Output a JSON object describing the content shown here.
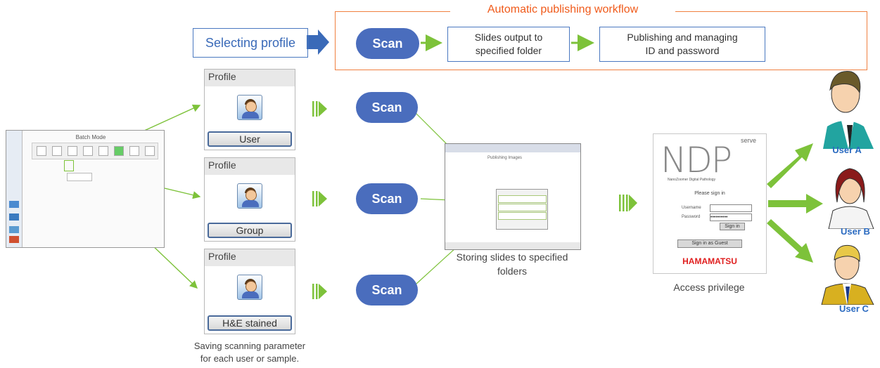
{
  "workflow": {
    "title": "Automatic publishing workflow",
    "select_profile": "Selecting profile",
    "scan": "Scan",
    "step1": [
      "Slides output to",
      "specified folder"
    ],
    "step2": [
      "Publishing and managing",
      "ID and password"
    ]
  },
  "batch_mode": {
    "title": "Batch Mode"
  },
  "profiles": [
    {
      "header": "Profile",
      "button": "User"
    },
    {
      "header": "Profile",
      "button": "Group"
    },
    {
      "header": "Profile",
      "button": "H&E stained"
    }
  ],
  "profiles_caption": [
    "Saving scanning parameter",
    "for each user or sample."
  ],
  "scan_label": "Scan",
  "storing": {
    "title": "Publishing Images",
    "caption": [
      "Storing slides to specified",
      "folders"
    ]
  },
  "signin": {
    "logo": "NDP",
    "logo_sup": "serve",
    "subtitle": "NanoZoomer Digital Pathology",
    "please": "Please sign in",
    "username_label": "Username",
    "password_label": "Password",
    "password_value": "••••••••••",
    "sign_in": "Sign in",
    "guest": "Sign in as Guest",
    "brand": "HAMAMATSU"
  },
  "access_caption": "Access privilege",
  "users": [
    "User A",
    "User B",
    "User C"
  ],
  "colors": {
    "accent_blue": "#4a6dbd",
    "arrow_green": "#7dc23a",
    "workflow_orange": "#f05a1a",
    "label_blue": "#2a6ac0"
  }
}
